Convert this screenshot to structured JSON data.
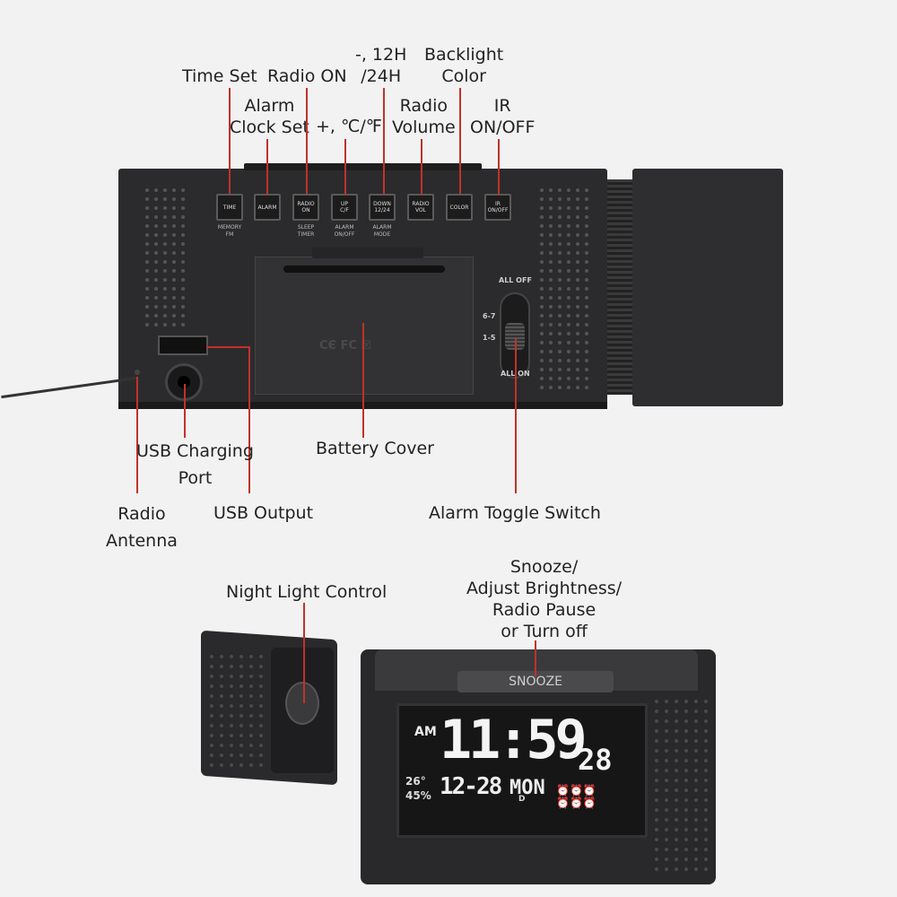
{
  "labels": {
    "time_set": "Time Set",
    "radio_on": "Radio ON",
    "hour_mode": "-, 12H\n/24H",
    "backlight_color": "Backlight\nColor",
    "alarm_clock_set": "Alarm\nClock Set",
    "up_temp": "+, ℃/℉",
    "radio_volume": "Radio\nVolume",
    "ir_onoff": "IR\nON/OFF",
    "usb_charging_port": "USB Charging\nPort",
    "battery_cover": "Battery Cover",
    "radio_antenna": "Radio\nAntenna",
    "usb_output": "USB Output",
    "alarm_toggle_switch": "Alarm Toggle Switch",
    "night_light_control": "Night Light Control",
    "snooze": "Snooze/\nAdjust Brightness/\nRadio Pause\nor Turn off"
  },
  "buttons": [
    {
      "top": "TIME",
      "below": "MEMORY\nFM"
    },
    {
      "top": "ALARM",
      "below": ""
    },
    {
      "top": "RADIO\nON",
      "below": "SLEEP\nTIMER"
    },
    {
      "top": "UP\nC/F",
      "below": "ALARM\nON/OFF"
    },
    {
      "top": "DOWN\n12/24",
      "below": "ALARM\nMODE"
    },
    {
      "top": "RADIO\nVOL",
      "below": ""
    },
    {
      "top": "COLOR",
      "below": ""
    },
    {
      "top": "IR\nON/OFF",
      "below": ""
    }
  ],
  "switch": {
    "top": "ALL OFF",
    "pos1": "6-7",
    "pos2": "1-5",
    "bottom": "ALL ON"
  },
  "display": {
    "am": "AM",
    "time": "11:59",
    "seconds": "28",
    "temp": "26°",
    "humidity": "45%",
    "date": "12-28",
    "date_suffix": "D",
    "day": "MON",
    "snooze_key": "SNOOZE"
  },
  "colors": {
    "leader": "#c0322b",
    "device": "#2a2a2a",
    "background": "#f2f2f2"
  }
}
